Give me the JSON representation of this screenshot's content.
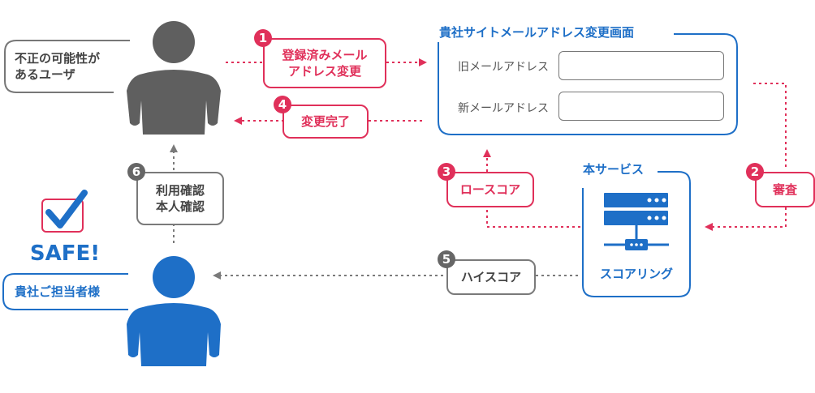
{
  "suspect_label": "不正の可能性が\nあるユーザ",
  "screen": {
    "title": "貴社サイトメールアドレス変更画面",
    "old_label": "旧メールアドレス",
    "new_label": "新メールアドレス"
  },
  "service": {
    "title": "本サービス",
    "scoring": "スコアリング"
  },
  "steps": [
    {
      "num": "1",
      "label": "登録済みメール\nアドレス変更"
    },
    {
      "num": "2",
      "label": "審査"
    },
    {
      "num": "3",
      "label": "ロースコア"
    },
    {
      "num": "4",
      "label": "変更完了"
    },
    {
      "num": "5",
      "label": "ハイスコア"
    },
    {
      "num": "6",
      "label": "利用確認\n本人確認"
    }
  ],
  "safe": {
    "text": "SAFE!",
    "owner_label": "貴社ご担当者様"
  },
  "colors": {
    "red": "#e0305a",
    "gray": "#7a7a7a",
    "blue": "#1e6fc7",
    "suspect_person": "#5f5f5f",
    "safe_person": "#1e6fc7"
  }
}
